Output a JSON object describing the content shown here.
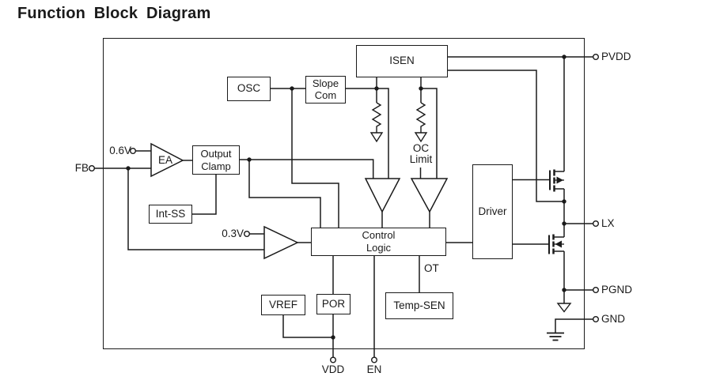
{
  "title": "Function Block Diagram",
  "diagram": {
    "blocks": {
      "isen": "ISEN",
      "osc": "OSC",
      "slope_com": "Slope\nCom",
      "ea": "EA",
      "output_clamp": "Output\nClamp",
      "int_ss": "Int-SS",
      "control_logic": "Control\nLogic",
      "driver": "Driver",
      "vref": "VREF",
      "por": "POR",
      "temp_sen": "Temp-SEN"
    },
    "pins": {
      "fb": "FB",
      "pvdd": "PVDD",
      "lx": "LX",
      "pgnd": "PGND",
      "gnd": "GND",
      "vdd": "VDD",
      "en": "EN"
    },
    "labels": {
      "ref_06v": "0.6V",
      "ref_03v": "0.3V",
      "oc_limit": "OC\nLimit",
      "ot": "OT"
    },
    "colors": {
      "line": "#1a1a1a",
      "background": "#ffffff"
    }
  }
}
